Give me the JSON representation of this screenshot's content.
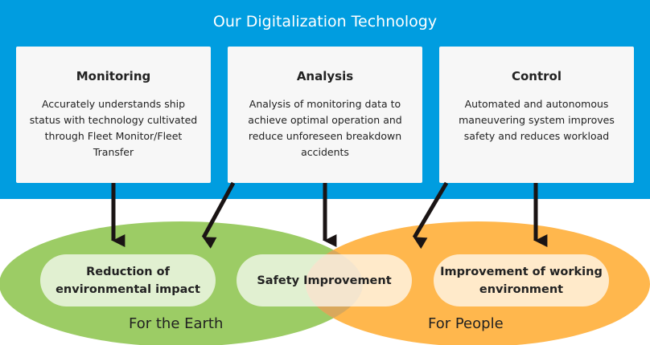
{
  "title": "Our Digitalization Technology",
  "cards": [
    {
      "heading": "Monitoring",
      "text": "Accurately understands ship status with technology cultivated through Fleet Monitor/Fleet Transfer"
    },
    {
      "heading": "Analysis",
      "text": "Analysis of monitoring data to achieve optimal operation and reduce unforeseen breakdown accidents"
    },
    {
      "heading": "Control",
      "text": "Automated and autonomous maneuvering system improves safety and reduces workload"
    }
  ],
  "outcomes": [
    "Reduction of environmental impact",
    "Safety Improvement",
    "Improvement of working environment"
  ],
  "groups": {
    "earth": "For the Earth",
    "people": "For People"
  },
  "colors": {
    "band": "#009de0",
    "earth": "#9ccc65",
    "people": "#ffb74d"
  }
}
